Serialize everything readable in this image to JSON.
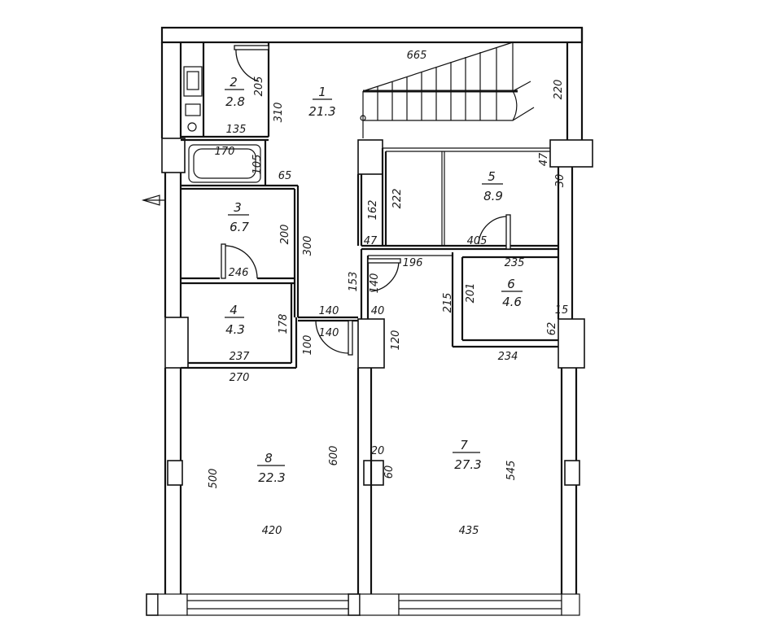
{
  "rooms": [
    {
      "id": "1",
      "area": "21.3"
    },
    {
      "id": "2",
      "area": "2.8"
    },
    {
      "id": "3",
      "area": "6.7"
    },
    {
      "id": "4",
      "area": "4.3"
    },
    {
      "id": "5",
      "area": "8.9"
    },
    {
      "id": "6",
      "area": "4.6"
    },
    {
      "id": "7",
      "area": "27.3"
    },
    {
      "id": "8",
      "area": "22.3"
    }
  ],
  "dimensions": {
    "top_665": "665",
    "right_220": "220",
    "bath_205": "205",
    "bath_135": "135",
    "bath_310": "310",
    "tub_170": "170",
    "tub_105": "105",
    "r3_65": "65",
    "r3_200": "200",
    "r3_300": "300",
    "r3_246": "246",
    "hall_162": "162",
    "hall_222": "222",
    "hall_47a": "47",
    "hall_47b": "47",
    "r5_30": "30",
    "r5_405": "405",
    "r6_235": "235",
    "r6_196": "196",
    "r6_201": "201",
    "r6_215": "215",
    "r6_15": "15",
    "r6_62": "62",
    "r6_234": "234",
    "hall_153": "153",
    "hall_140a": "140",
    "hall_140b": "140",
    "hall_40": "40",
    "hall_140c": "140",
    "hall_100": "100",
    "hall_120": "120",
    "r4_178": "178",
    "r4_237": "237",
    "r4_270": "270",
    "r8_600": "600",
    "r8_500": "500",
    "r8_420": "420",
    "r7_20": "20",
    "r7_60": "60",
    "r7_545": "545",
    "r7_435": "435"
  }
}
